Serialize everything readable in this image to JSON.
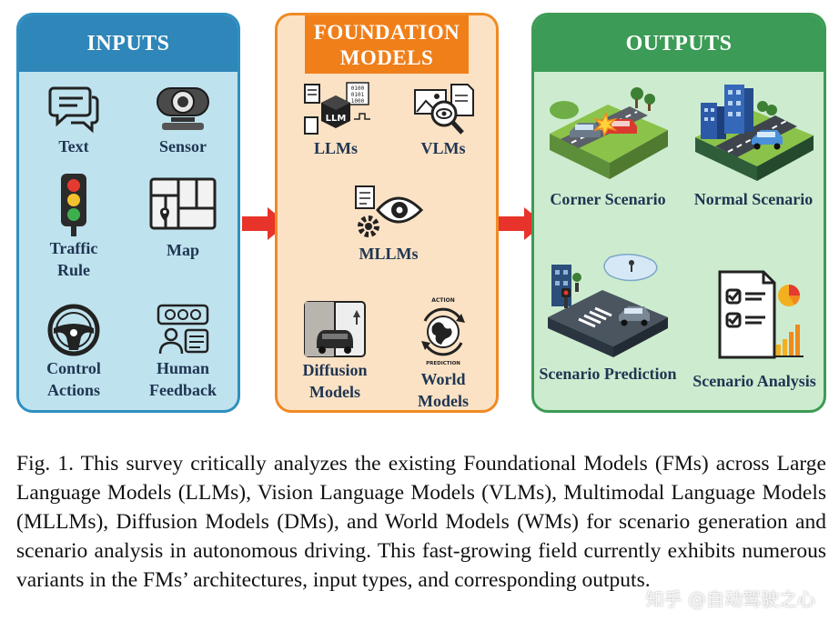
{
  "panels": {
    "inputs": {
      "title": "INPUTS",
      "items": [
        "Text",
        "Sensor",
        "Traffic Rule",
        "Map",
        "Control Actions",
        "Human Feedback"
      ]
    },
    "foundation": {
      "title": "FOUNDATION MODELS",
      "items": [
        "LLMs",
        "VLMs",
        "MLLMs",
        "Diffusion Models",
        "World Models"
      ],
      "icon_text": {
        "llm": "LLM",
        "binary": "0100 0101 1000",
        "action": "ACTION",
        "prediction": "PREDICTION"
      }
    },
    "outputs": {
      "title": "OUTPUTS",
      "items": [
        "Corner Scenario",
        "Normal Scenario",
        "Scenario Prediction",
        "Scenario Analysis"
      ]
    }
  },
  "caption": "Fig. 1.  This survey critically analyzes the existing Foundational Models (FMs) across Large Language Models (LLMs), Vision Language Models (VLMs), Multimodal Language Models (MLLMs), Diffusion Models (DMs), and World Models (WMs) for scenario generation and scenario analysis in autonomous driving. This fast-growing field currently exhibits numerous variants in the FMs’ architectures, input types, and corresponding outputs.",
  "watermark": "知乎 @自动驾驶之心",
  "colors": {
    "inputs_header": "#2e86b9",
    "inputs_bg": "#bfe3ee",
    "foundation_header": "#f07f1a",
    "foundation_bg": "#fbe2c4",
    "outputs_header": "#3c9b56",
    "outputs_bg": "#cdeccf",
    "arrow": "#e8332a"
  },
  "icons": {
    "inputs": [
      "chat-icon",
      "webcam-icon",
      "traffic-light-icon",
      "map-icon",
      "steering-wheel-icon",
      "feedback-icon"
    ],
    "foundation": [
      "llm-icon",
      "vlm-icon",
      "mllm-icon",
      "diffusion-icon",
      "world-model-icon"
    ],
    "outputs": [
      "corner-scenario-illustration",
      "normal-scenario-illustration",
      "scenario-prediction-illustration",
      "scenario-analysis-illustration"
    ]
  }
}
